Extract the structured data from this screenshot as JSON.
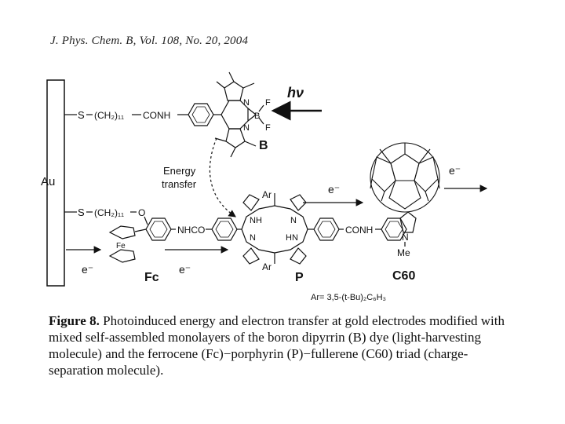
{
  "header": {
    "citation": "J. Phys. Chem. B, Vol. 108, No. 20, 2004"
  },
  "figure": {
    "electrode": "Au",
    "light": "hν",
    "energy_transfer_line1": "Energy",
    "energy_transfer_line2": "transfer",
    "electron_1": "e⁻",
    "electron_2": "e⁻",
    "electron_3": "e⁻",
    "electron_4": "e⁻",
    "boron_F1": "F",
    "boron_B": "B",
    "boron_F2": "F",
    "boron_N1": "N",
    "boron_N2": "N",
    "label_B": "B",
    "label_Fc": "Fc",
    "label_P": "P",
    "label_C60": "C60",
    "iron": "Fe",
    "chain_top_S": "S",
    "chain_top_CH2": "(CH₂)₁₁",
    "chain_top_CONH": "CONH",
    "chain_bottom_S": "S",
    "chain_bottom_CH2": "(CH₂)₁₁",
    "chain_bottom_O": "O",
    "amide_left": "NHCO",
    "amide_right": "CONH",
    "porphyrin_NH_top": "NH",
    "porphyrin_N_top": "N",
    "porphyrin_N_bottom": "N",
    "porphyrin_HN_bottom": "HN",
    "aryl_top": "Ar",
    "aryl_bottom": "Ar",
    "pyrrolidine_N": "N",
    "methyl": "Me",
    "ar_definition": "Ar= 3,5-(t-Bu)₂C₆H₃"
  },
  "caption": {
    "label": "Figure 8.",
    "text": "Photoinduced energy and electron transfer at gold electrodes modified with mixed self-assembled monolayers of the boron dipyrrin (B) dye (light-harvesting molecule) and the ferrocene (Fc)−porphyrin (P)−fullerene (C60) triad (charge-separation molecule)."
  }
}
